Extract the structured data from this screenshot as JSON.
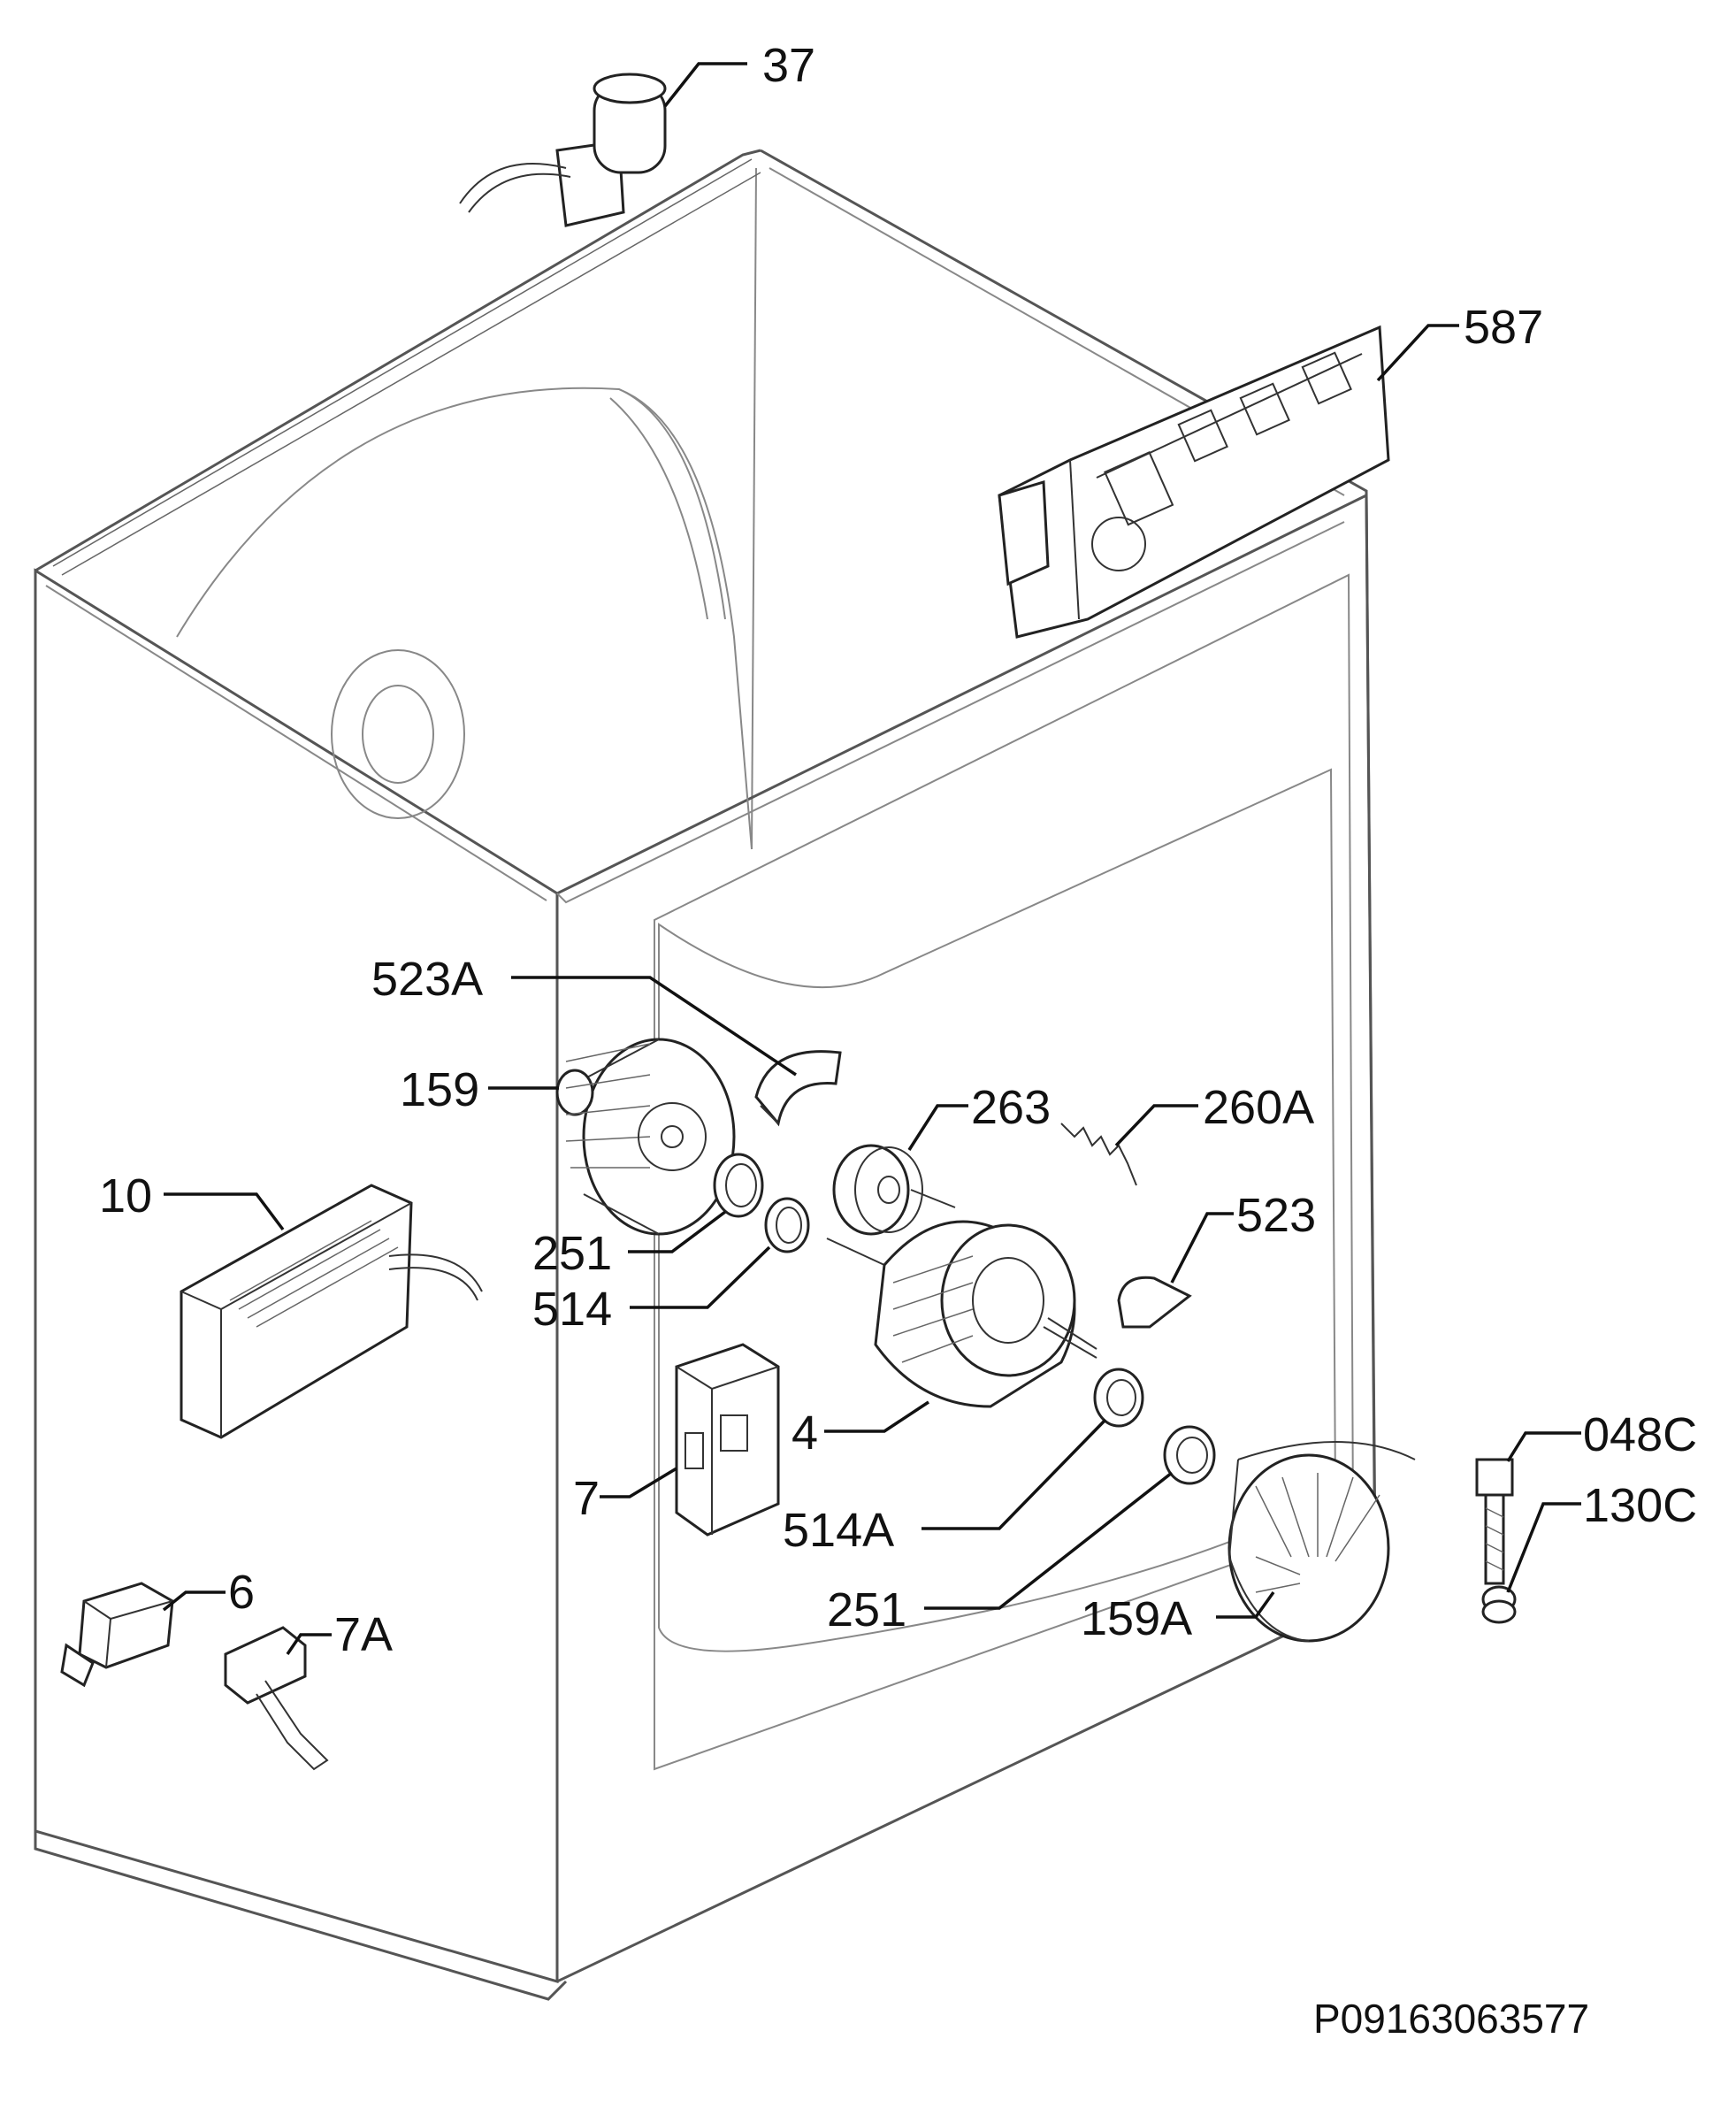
{
  "callouts": {
    "c37": "37",
    "c587": "587",
    "c523A": "523A",
    "c159": "159",
    "c263": "263",
    "c260A": "260A",
    "c10": "10",
    "c523": "523",
    "c251a": "251",
    "c514": "514",
    "c4": "4",
    "c7": "7",
    "c514A": "514A",
    "c048C": "048C",
    "c130C": "130C",
    "c6": "6",
    "c7A": "7A",
    "c251b": "251",
    "c159A": "159A"
  },
  "drawing_code": "P09163063577"
}
